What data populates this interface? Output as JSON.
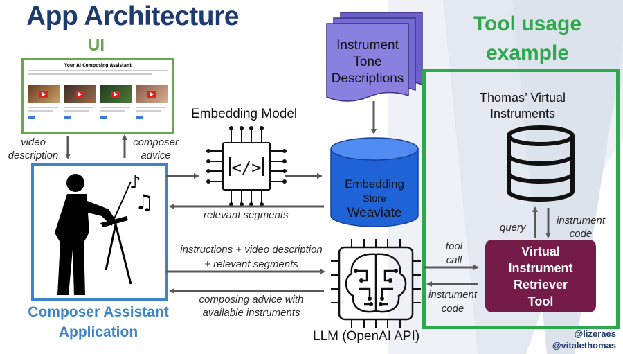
{
  "title": "App Architecture",
  "ui_label": "UI",
  "ui_screenshot": {
    "heading": "Your AI Composing Assistant"
  },
  "tool_title": "Tool usage example",
  "app": {
    "label_line1": "Composer Assistant",
    "label_line2": "Application"
  },
  "labels": {
    "video_description": [
      "video",
      "description"
    ],
    "composer_advice": [
      "composer",
      "advice"
    ],
    "relevant_segments": "relevant segments",
    "instructions_line1": "instructions + video description",
    "instructions_line2": "+ relevant segments",
    "composing_advice_line1": "composing advice with",
    "composing_advice_line2": "available instruments",
    "tool_call": [
      "tool",
      "call"
    ],
    "instrument_code_left": [
      "instrument",
      "code"
    ],
    "query": "query",
    "instrument_code_right": [
      "instrument",
      "code"
    ]
  },
  "embedding_model": "Embedding Model",
  "instrument_docs": [
    "Instrument",
    "Tone",
    "Descriptions"
  ],
  "embedding_store": {
    "line1": "Embedding",
    "line2": "Store",
    "line3": "Weaviate"
  },
  "llm": "LLM (OpenAI API)",
  "virtual_instruments": [
    "Thomas’ Virtual",
    "Instruments"
  ],
  "retriever_tool": [
    "Virtual",
    "Instrument",
    "Retriever",
    "Tool"
  ],
  "credits": [
    "@lizeraes",
    "@vitalethomas"
  ],
  "colors": {
    "title": "#1f3b6e",
    "ui_green": "#6aa84f",
    "app_blue": "#3d85c6",
    "tool_green": "#2ea84c",
    "retriever": "#741b47",
    "store_blue": "#1f63d6",
    "docs_purple": "#7b6fd6",
    "arrow": "#595959"
  }
}
